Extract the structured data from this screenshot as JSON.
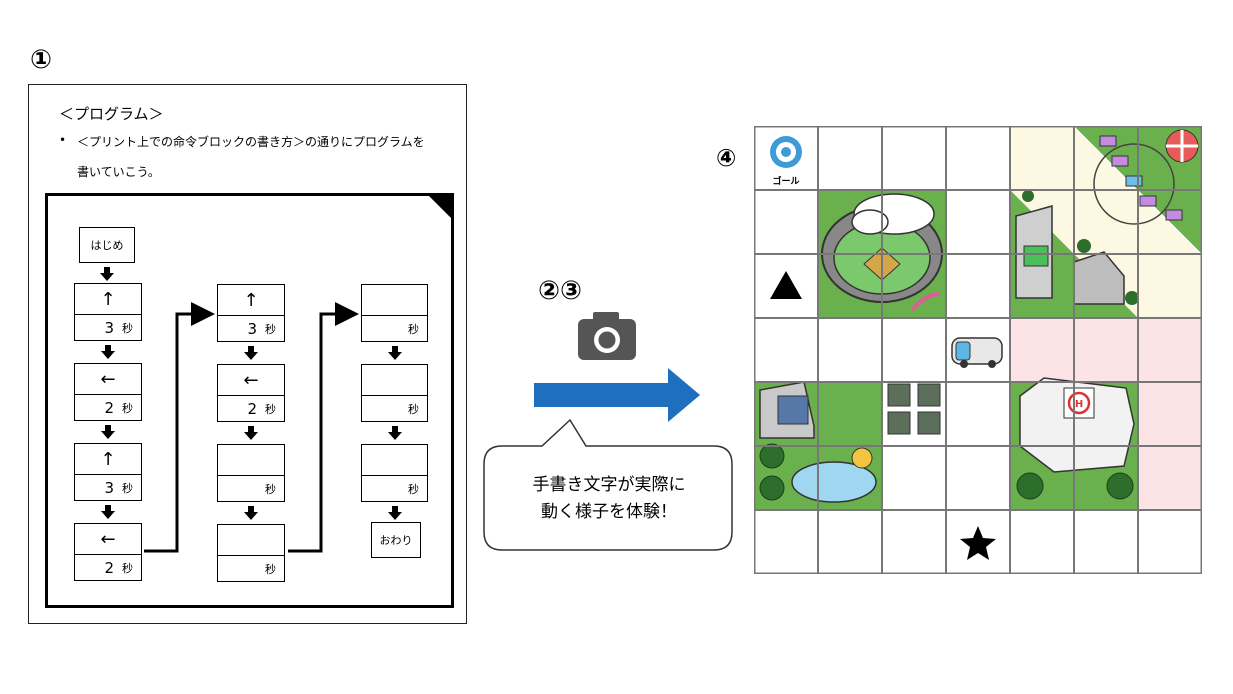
{
  "labels": {
    "step1": "①",
    "step23": "②③",
    "step4": "④"
  },
  "worksheet": {
    "title": "＜プログラム＞",
    "bullet": "•",
    "line1": "＜プリント上での命令ブロックの書き方＞の通りにプログラムを",
    "line2": "書いていこう。",
    "start_label": "はじめ",
    "end_label": "おわり",
    "seconds_unit": "秒",
    "columns": [
      {
        "blocks": [
          {
            "arrow": "↑",
            "value": "3"
          },
          {
            "arrow": "←",
            "value": "2"
          },
          {
            "arrow": "↑",
            "value": "3"
          },
          {
            "arrow": "←",
            "value": "2"
          }
        ]
      },
      {
        "blocks": [
          {
            "arrow": "↑",
            "value": "3"
          },
          {
            "arrow": "←",
            "value": "2"
          },
          {
            "arrow": "",
            "value": ""
          },
          {
            "arrow": "",
            "value": ""
          }
        ]
      },
      {
        "blocks": [
          {
            "arrow": "",
            "value": ""
          },
          {
            "arrow": "",
            "value": ""
          },
          {
            "arrow": "",
            "value": ""
          }
        ]
      }
    ]
  },
  "bubble": {
    "line1": "手書き文字が実際に",
    "line2": "動く様子を体験！"
  },
  "board": {
    "goal_label": "ゴール",
    "colors": {
      "grid": "#777777",
      "green": "#6ab04c",
      "pink": "#fbe3e6",
      "cream": "#fdf8e1",
      "arrow_blue": "#1e6fbd",
      "camera": "#555555"
    }
  }
}
